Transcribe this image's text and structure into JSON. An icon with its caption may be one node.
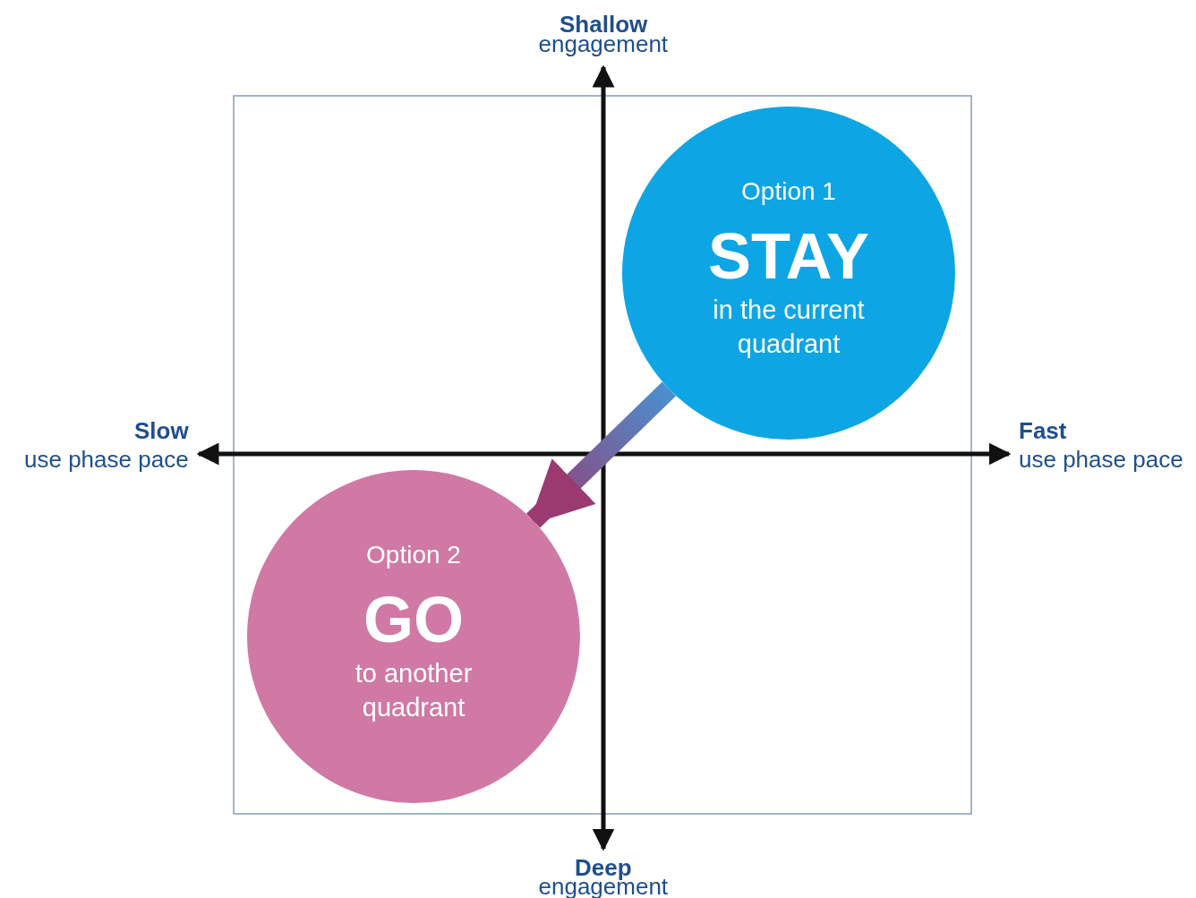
{
  "diagram": {
    "nodes": [
      {
        "text": [
          "Option 1",
          "STAY",
          "in the current quadrant"
        ]
      },
      {
        "text": [
          "Option 2",
          "GO",
          "to another quadrant"
        ]
      }
    ],
    "edges": [
      {
        "from": 0,
        "to": 1,
        "arrow": "to",
        "style": "thick"
      }
    ],
    "labels": [
      "Shallow",
      "engagement",
      "Slow",
      "use phase pace",
      "Fast",
      "use phase pace",
      "Deep",
      "engagement"
    ]
  }
}
